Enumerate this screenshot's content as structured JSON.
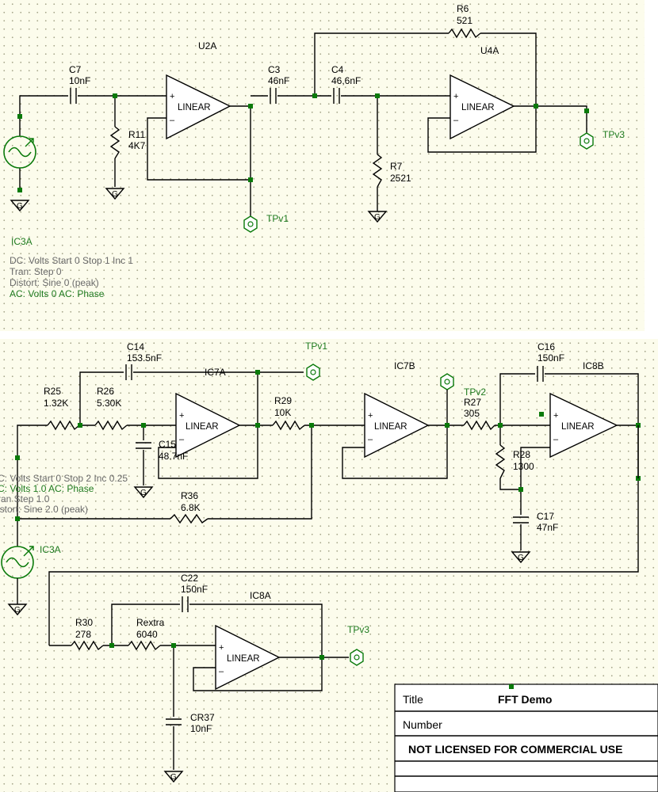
{
  "top": {
    "labels": {
      "u2a": "U2A",
      "u4a": "U4A",
      "c7": [
        "C7",
        "10nF"
      ],
      "r11": [
        "R11",
        "4K7"
      ],
      "c3": [
        "C3",
        "46nF"
      ],
      "c4": [
        "C4",
        "46,6nF"
      ],
      "r6": [
        "R6",
        "521"
      ],
      "r7": [
        "R7",
        "2521"
      ],
      "tpv1": "TPv1",
      "tpv3": "TPv3"
    },
    "source": {
      "name": "IC3A",
      "dc": "DC: Volts  Start 0 Stop 1 Inc 1",
      "tran": "Tran: Step  0",
      "distort": "Distort: Sine  0 (peak)",
      "ac": "AC: Volts  0  AC: Phase"
    }
  },
  "bottom": {
    "labels": {
      "ic7a": "IC7A",
      "ic7b": "IC7B",
      "ic8a": "IC8A",
      "ic8b": "IC8B",
      "c14": [
        "C14",
        "153.5nF"
      ],
      "r25": [
        "R25",
        "1.32K"
      ],
      "r26": [
        "R26",
        "5.30K"
      ],
      "c15": [
        "C15",
        "48.7nF"
      ],
      "r29": [
        "R29",
        "10K"
      ],
      "r36": [
        "R36",
        "6.8K"
      ],
      "tpv1": "TPv1",
      "tpv2": "TPv2",
      "tpv3": "TPv3",
      "c16": [
        "C16",
        "150nF"
      ],
      "r27": [
        "R27",
        "305"
      ],
      "r28": [
        "R28",
        "1300"
      ],
      "c17": [
        "C17",
        "47nF"
      ],
      "c22": [
        "C22",
        "150nF"
      ],
      "r30": [
        "R30",
        "278"
      ],
      "rextra": [
        "Rextra",
        "6040"
      ],
      "cr37": [
        "CR37",
        "10nF"
      ]
    },
    "source": {
      "name": "IC3A",
      "dc": "C: Volts  Start 0 Stop 2 Inc 0.25",
      "ac": "C: Volts  1.0  AC: Phase",
      "tran": "ran  Step  1.0",
      "distort": "istort: Sine  2.0 (peak)"
    }
  },
  "amp": {
    "text": "LINEAR",
    "plus": "+",
    "minus": "–"
  },
  "ground": "G",
  "title_block": {
    "title_label": "Title",
    "title_value": "FFT Demo",
    "number_label": "Number",
    "license": "NOT LICENSED FOR COMMERCIAL USE"
  },
  "colors": {
    "wire": "#000000",
    "probe": "#1e7a1e",
    "node": "#0a7a0a",
    "background": "#fcfcec"
  }
}
